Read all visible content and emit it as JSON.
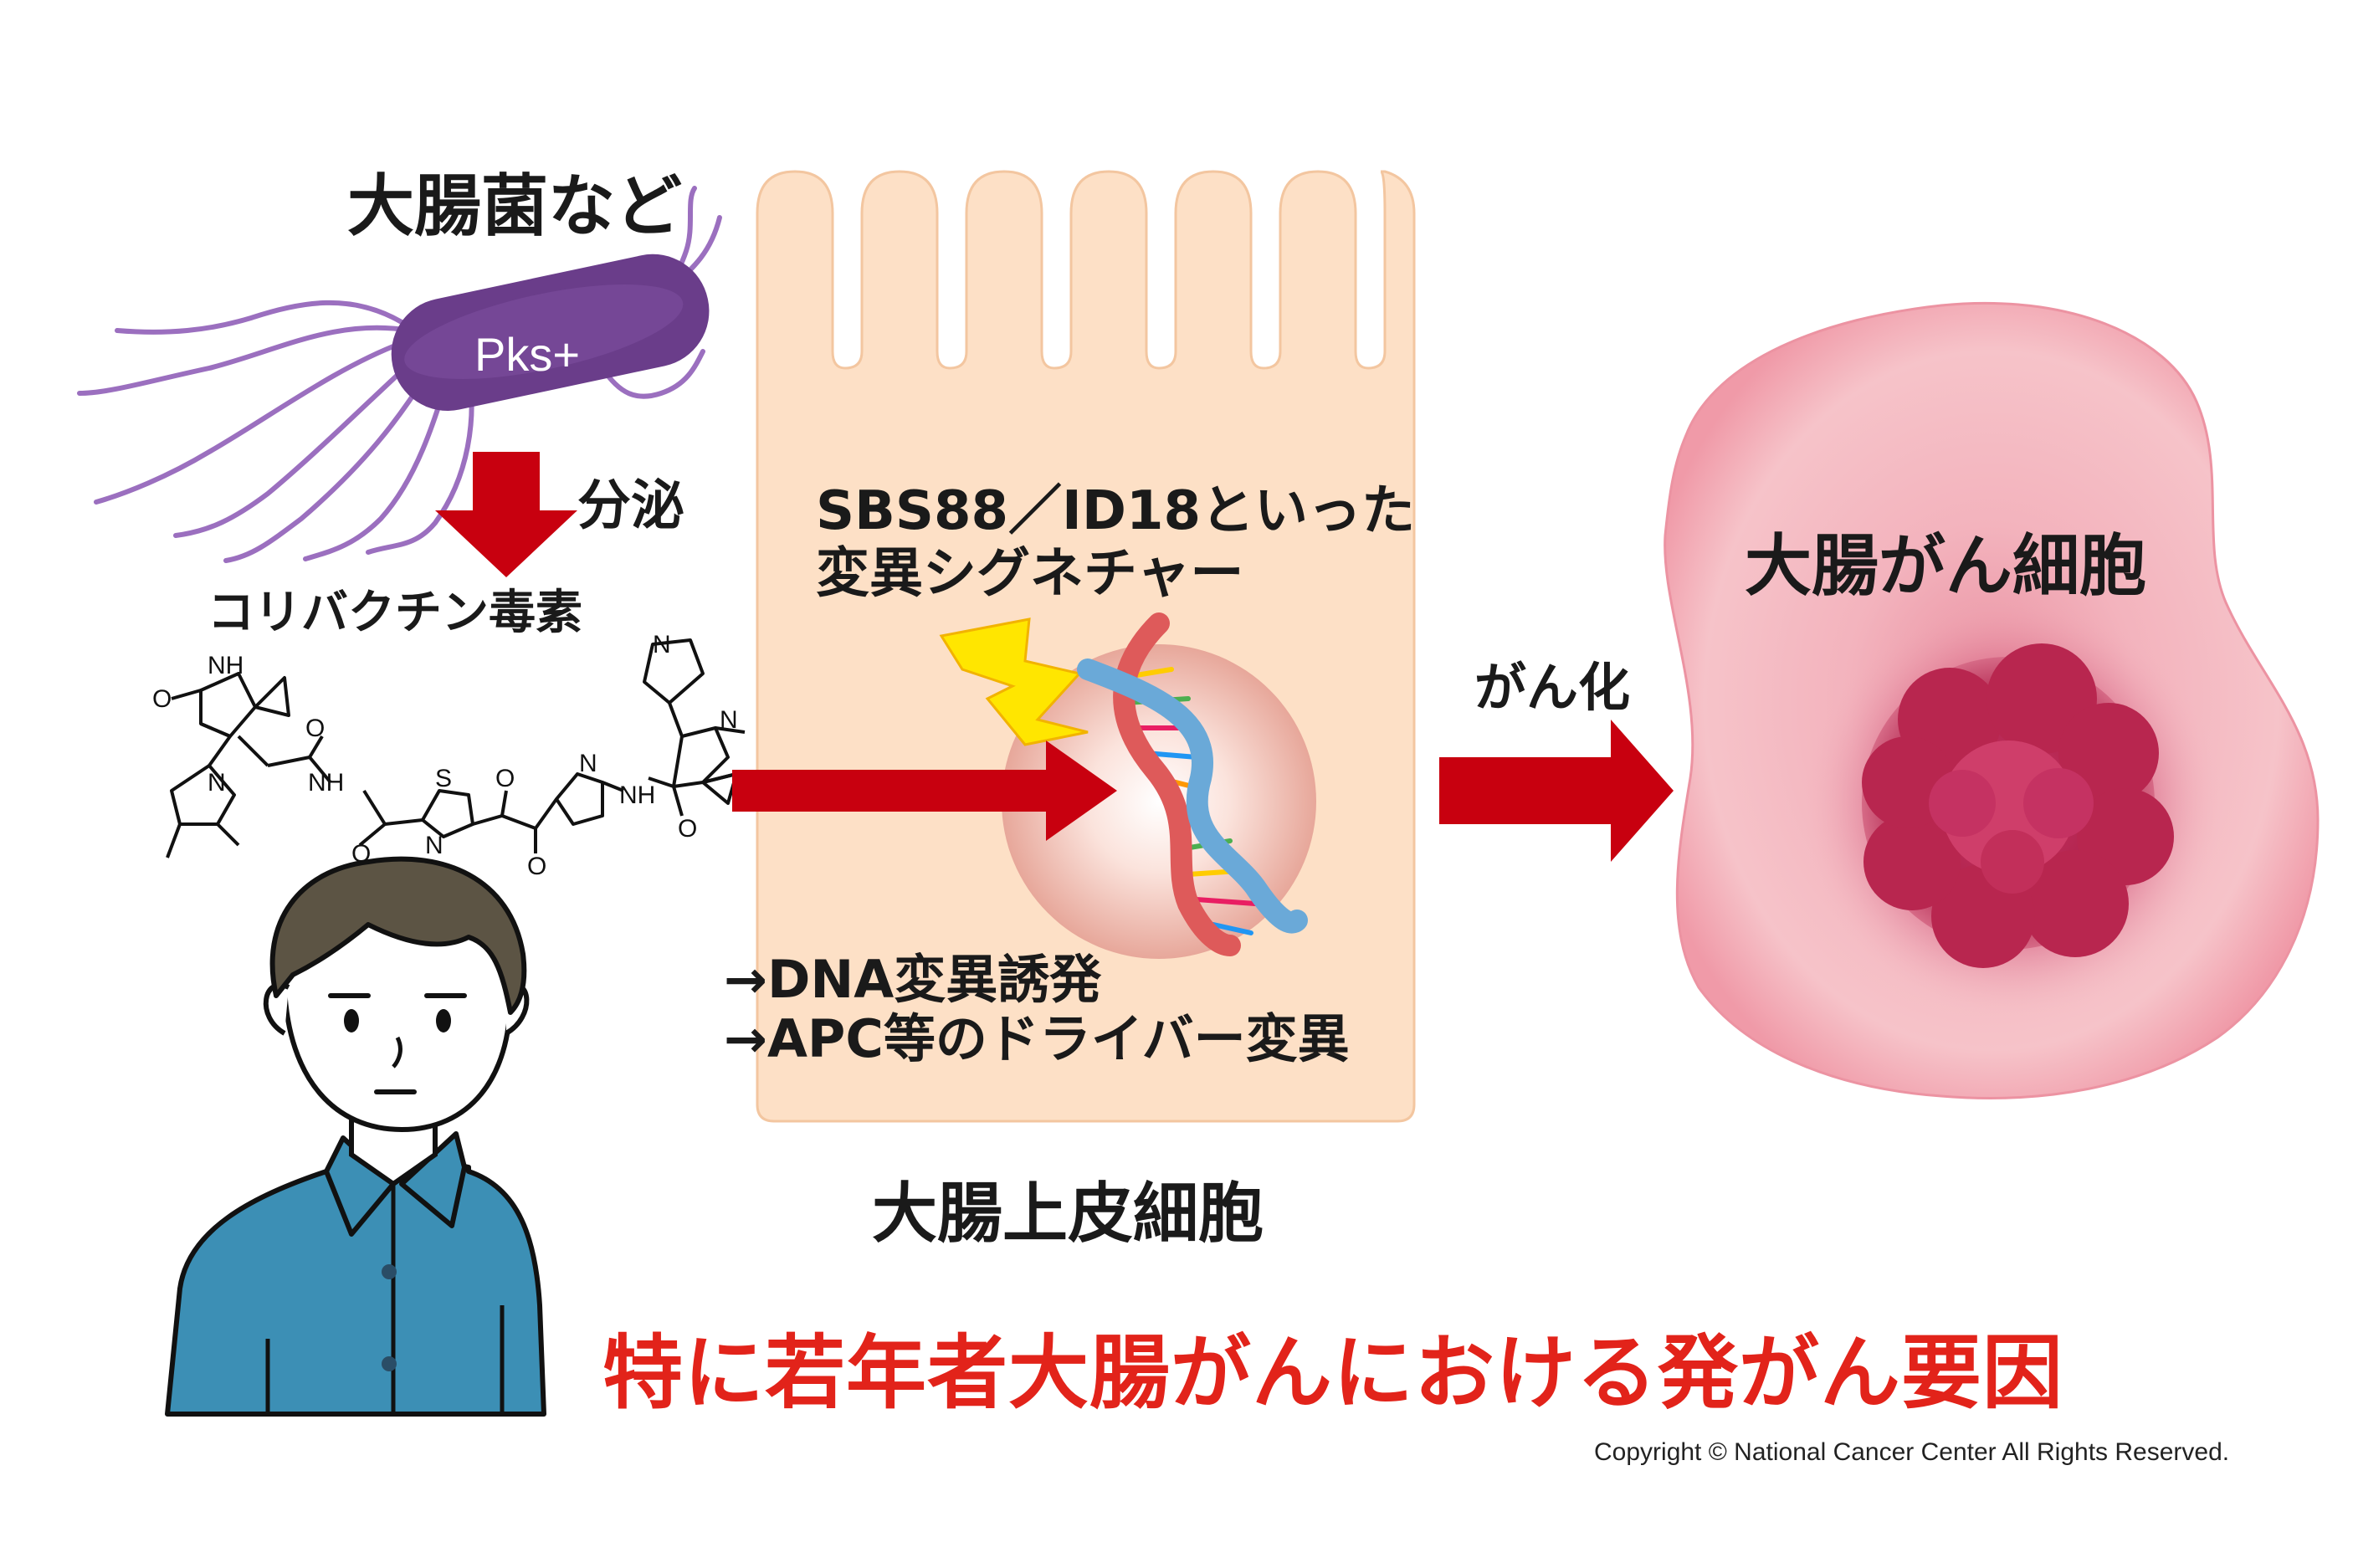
{
  "bacteria": {
    "title": "大腸菌など",
    "badge": "Pks+"
  },
  "secretion_label": "分泌",
  "toxin_label": "コリバクチン毒素",
  "chemistry_atoms": {
    "nh": "NH",
    "o": "O",
    "n": "N",
    "s": "S",
    "nh2": "NH"
  },
  "signature": {
    "line1": "SBS88／ID18といった",
    "line2": "変異シグネチャー"
  },
  "effects": {
    "line1": "→DNA変異誘発",
    "line2": "→APC等のドライバー変異"
  },
  "cell_label": "大腸上皮細胞",
  "transform_label": "がん化",
  "cancer_label": "大腸がん細胞",
  "headline": "特に若年者大腸がんにおける発がん要因",
  "copyright": "Copyright © National Cancer Center All Rights Reserved.",
  "colors": {
    "arrow": "#c8000f",
    "headline": "#e2231a",
    "bacteria": "#6a3d8a",
    "cell": "#fde0c6",
    "cancer_cell": "#f4b6bf",
    "tumor": "#c22f5a",
    "shirt": "#3c8fb5",
    "hair": "#5c5444"
  },
  "icons": [
    "bacteria-icon",
    "lightning-icon",
    "dna-icon",
    "person-icon",
    "tumor-icon"
  ]
}
